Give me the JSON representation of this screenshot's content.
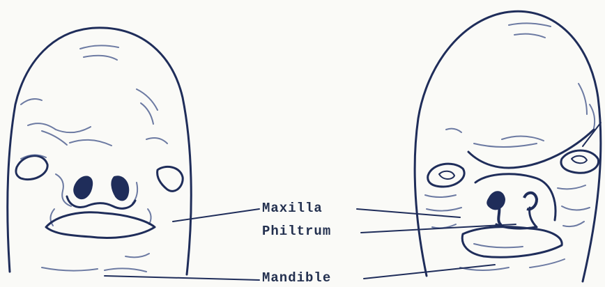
{
  "labels": {
    "maxilla": "Maxilla",
    "philtrum": "Philtrum",
    "mandible": "Mandible"
  },
  "colors": {
    "ink": "#1f2d5a",
    "shading": "#3c4f86",
    "paper": "#fafaf7"
  }
}
